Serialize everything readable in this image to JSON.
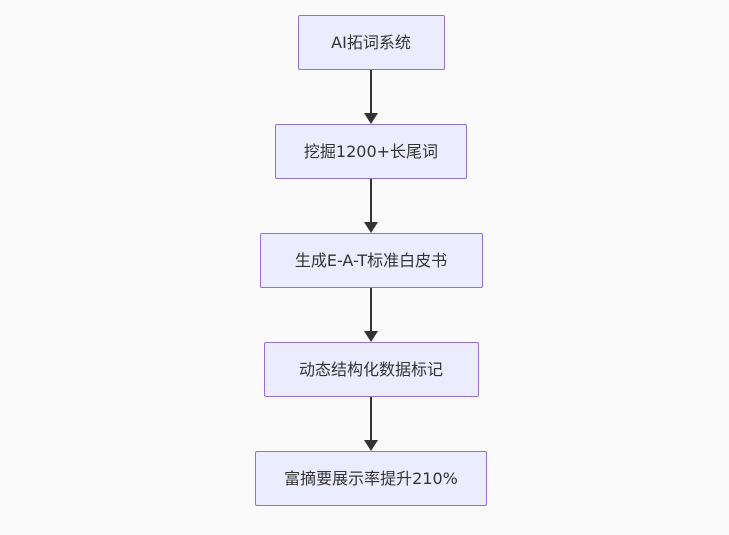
{
  "diagram": {
    "type": "flowchart-vertical",
    "colors": {
      "canvas_background": "#fafafa",
      "node_fill": "#ececff",
      "node_border": "#9370db",
      "node_text": "#333333",
      "arrow": "#333333"
    },
    "nodes": [
      {
        "label": "AI拓词系统"
      },
      {
        "label": "挖掘1200+长尾词"
      },
      {
        "label": "生成E-A-T标准白皮书"
      },
      {
        "label": "动态结构化数据标记"
      },
      {
        "label": "富摘要展示率提升210%"
      }
    ],
    "edges": [
      {
        "from": 0,
        "to": 1
      },
      {
        "from": 1,
        "to": 2
      },
      {
        "from": 2,
        "to": 3
      },
      {
        "from": 3,
        "to": 4
      }
    ]
  }
}
